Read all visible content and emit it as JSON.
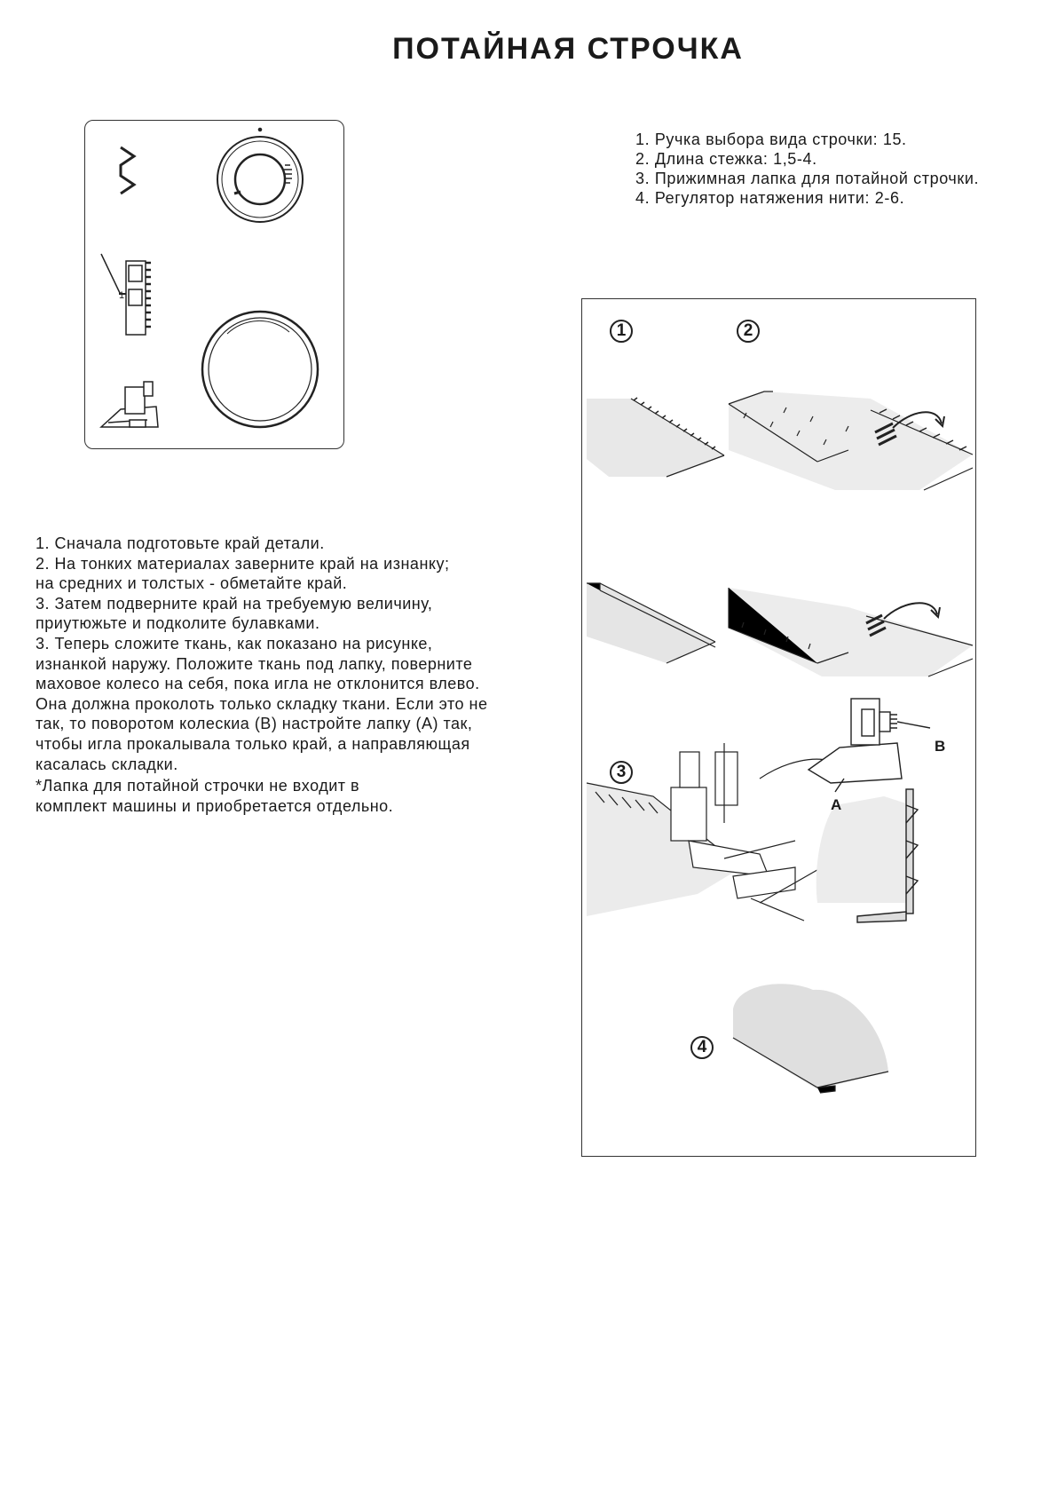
{
  "title": "ПОТАЙНАЯ СТРОЧКА",
  "settings": [
    "1. Ручка выбора вида строчки: 15.",
    "2. Длина стежка: 1,5-4.",
    "3. Прижимная лапка для потайной строчки.",
    "4. Регулятор натяжения нити: 2-6."
  ],
  "instructions": [
    "1. Сначала подготовьте край детали.",
    "2. На тонких материалах заверните край на изнанку;",
    "на средних и толстых - обметайте край.",
    "3. Затем подверните край на требуемую величину,",
    "приутюжьте и подколите булавками.",
    "3. Теперь сложите ткань, как показано на рисунке,",
    "изнанкой наружу. Положите ткань под лапку, поверните",
    "маховое колесо на себя, пока игла не отклонится влево.",
    "Она должна проколоть только складку ткани. Если это не",
    "так, то поворотом колескиа (В) настройте лапку (А) так,",
    "чтобы игла прокалывала только край, а направляющая",
    "касалась складки."
  ],
  "note": "*Лапка для потайной строчки не входит в комплект машины и приобретается отдельно.",
  "note_lines": [
    "*Лапка для потайной строчки не входит в",
    "комплект машины и приобретается отдельно."
  ],
  "steps": [
    "1",
    "2",
    "3",
    "4"
  ],
  "callouts": {
    "a": "A",
    "b": "B"
  },
  "selector_marker": "1"
}
